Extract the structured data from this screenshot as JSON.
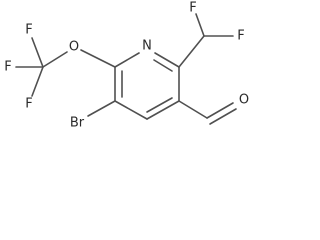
{
  "structure": {
    "atoms": [
      {
        "label": "F"
      },
      {
        "label": "F"
      },
      {
        "label": "F"
      },
      {
        "label": "O"
      },
      {
        "label": "N"
      },
      {
        "label": "F"
      },
      {
        "label": "F"
      },
      {
        "label": "Br"
      },
      {
        "label": "O"
      }
    ]
  },
  "colors": {
    "bond": "#505050",
    "label": "#2a2a2a",
    "background": "#ffffff"
  }
}
